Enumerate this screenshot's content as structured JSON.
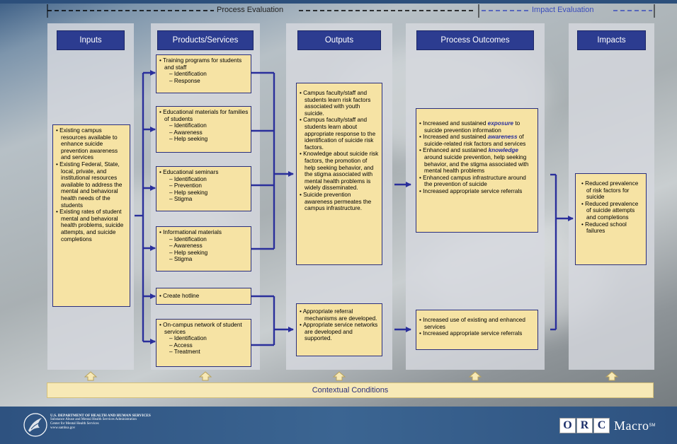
{
  "evaluation": {
    "process_label": "Process Evaluation",
    "impact_label": "Impact Evaluation"
  },
  "columns": {
    "inputs": "Inputs",
    "products": "Products/Services",
    "outputs": "Outputs",
    "process_outcomes": "Process Outcomes",
    "impacts": "Impacts"
  },
  "inputs_box": [
    "Existing campus resources available to enhance suicide prevention awareness and services",
    "Existing Federal, State, local, private, and institutional resources available to address the mental and behavioral health needs of the students",
    "Existing rates of student mental and behavioral health problems, suicide attempts, and suicide completions"
  ],
  "products": [
    {
      "title": "Training programs for students and staff",
      "items": [
        "Identification",
        "Response"
      ]
    },
    {
      "title": "Educational materials for families of students",
      "items": [
        "Identification",
        "Awareness",
        "Help seeking"
      ]
    },
    {
      "title": "Educational seminars",
      "items": [
        "Identification",
        "Prevention",
        "Help seeking",
        "Stigma"
      ]
    },
    {
      "title": "Informational materials",
      "items": [
        "Identification",
        "Awareness",
        "Help seeking",
        "Stigma"
      ]
    },
    {
      "title": "Create hotline",
      "items": []
    },
    {
      "title": "On-campus network of student services",
      "items": [
        "Identification",
        "Access",
        "Treatment"
      ]
    }
  ],
  "outputs_top": [
    "Campus faculty/staff and students learn risk factors associated with youth suicide.",
    "Campus faculty/staff and students learn about appropriate response to the identification of suicide risk factors.",
    "Knowledge about suicide risk factors, the promotion of help seeking behavior, and the stigma associated with mental health problems is widely disseminated.",
    "Suicide prevention awareness permeates the campus infrastructure."
  ],
  "outputs_bottom": [
    "Appropriate referral mechanisms are developed.",
    "Appropriate service networks are developed and supported."
  ],
  "process_top": {
    "b1_pre": "Increased and sustained ",
    "b1_em": "exposure",
    "b1_post": " to suicide prevention information",
    "b2_pre": "Increased and sustained ",
    "b2_em": "awareness",
    "b2_post": " of suicide-related risk factors and services",
    "b3_pre": "Enhanced and sustained ",
    "b3_em": "knowledge",
    "b3_post": " around suicide prevention, help seeking behavior, and the stigma associated with mental health problems",
    "b4": "Enhanced campus infrastructure around the prevention of suicide",
    "b5": "Increased appropriate service referrals"
  },
  "process_bottom": [
    "Increased use of existing and enhanced services",
    "Increased appropriate service referrals"
  ],
  "impacts_box": [
    "Reduced prevalence of risk factors for suicide",
    "Reduced prevalence of suicide attempts and completions",
    "Reduced school failures"
  ],
  "context_label": "Contextual Conditions",
  "footer": {
    "hhs_lines": [
      "U.S. DEPARTMENT OF HEALTH AND HUMAN SERVICES",
      "Substance Abuse and Mental Health Services Administration",
      "Center for Mental Health Services",
      "www.samhsa.gov"
    ],
    "orc_letters": [
      "O",
      "R",
      "C"
    ],
    "macro": "Macro",
    "tm": "SM"
  },
  "colors": {
    "header_blue": "#2c3c90",
    "box_fill": "#f6e3a4",
    "arrow_blue": "#2a2f9b",
    "emphasis": "#2a2f9b"
  }
}
